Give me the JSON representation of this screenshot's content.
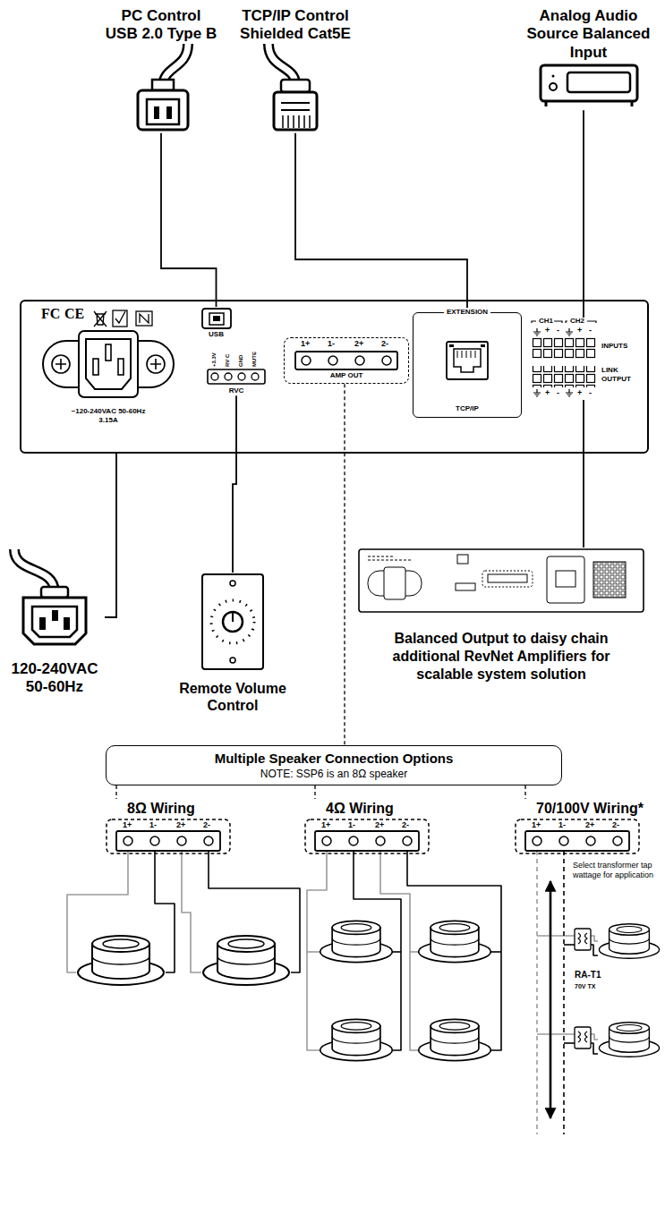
{
  "diagram": {
    "nodes": [
      {
        "text": [
          "PC Control USB 2.0 Type B"
        ]
      },
      {
        "text": [
          "TCP/IP Control Shielded Cat5E"
        ]
      },
      {
        "text": [
          "Analog Audio Source Balanced Input"
        ]
      },
      {
        "text": [
          "~120-240VAC 50-60Hz 3.15A"
        ]
      },
      {
        "text": [
          "USB"
        ],
        "in": 3
      },
      {
        "text": [
          "RVC"
        ],
        "in": 3
      },
      {
        "text": [
          "AMP OUT"
        ],
        "in": 3
      },
      {
        "text": [
          "EXTENSION",
          "TCP/IP"
        ],
        "in": 3
      },
      {
        "text": [
          "INPUTS",
          "LINK OUTPUT"
        ],
        "in": 3
      },
      {
        "text": [
          "120-240VAC 50-60Hz"
        ]
      },
      {
        "text": [
          "Remote Volume Control"
        ]
      },
      {
        "text": [
          "Balanced Output to daisy chain additional RevNet Amplifiers for scalable system solution"
        ]
      },
      {
        "text": [
          "Multiple Speaker Connection Options",
          "NOTE: SSP6 is an 8Ω speaker"
        ]
      },
      {
        "text": [
          "8Ω Wiring"
        ]
      },
      {
        "text": [
          "4Ω Wiring"
        ]
      },
      {
        "text": [
          "70/100V Wiring*"
        ]
      }
    ],
    "edges": [
      {
        "from": 0,
        "to": 4,
        "arrow": "none"
      },
      {
        "from": 1,
        "to": 7,
        "arrow": "none"
      },
      {
        "from": 2,
        "to": 8,
        "arrow": "none"
      },
      {
        "from": 3,
        "to": 9,
        "arrow": "none"
      },
      {
        "from": 5,
        "to": 10,
        "arrow": "none"
      },
      {
        "from": 8,
        "to": 11,
        "arrow": "none"
      },
      {
        "from": 6,
        "to": 12,
        "arrow": "none"
      },
      {
        "from": 12,
        "to": 13,
        "arrow": "none"
      },
      {
        "from": 12,
        "to": 14,
        "arrow": "none"
      },
      {
        "from": 12,
        "to": 15,
        "arrow": "none"
      }
    ],
    "labels": [
      "FC",
      "CE",
      "+3.3V",
      "RV C",
      "GND",
      "MUTE",
      "1+",
      "1-",
      "2+",
      "2-",
      "CH1",
      "CH2",
      "+",
      "-",
      "+",
      "-",
      "+",
      "-",
      "+",
      "-",
      "1+",
      "1-",
      "2+",
      "2-",
      "1+",
      "1-",
      "2+",
      "2-",
      "1+",
      "1-",
      "2+",
      "2-",
      "Select transformer tap wattage for application",
      "RA-T1",
      "70V TX"
    ]
  }
}
